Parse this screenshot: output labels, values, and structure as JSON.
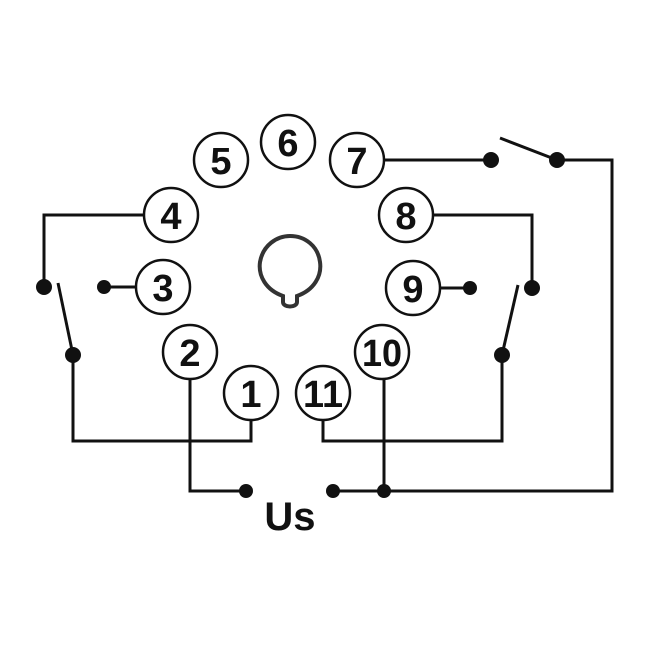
{
  "pins": [
    {
      "label": "1"
    },
    {
      "label": "2"
    },
    {
      "label": "3"
    },
    {
      "label": "4"
    },
    {
      "label": "5"
    },
    {
      "label": "6"
    },
    {
      "label": "7"
    },
    {
      "label": "8"
    },
    {
      "label": "9"
    },
    {
      "label": "10"
    },
    {
      "label": "11"
    }
  ],
  "supply_label": "Us",
  "line_color": "#111111"
}
